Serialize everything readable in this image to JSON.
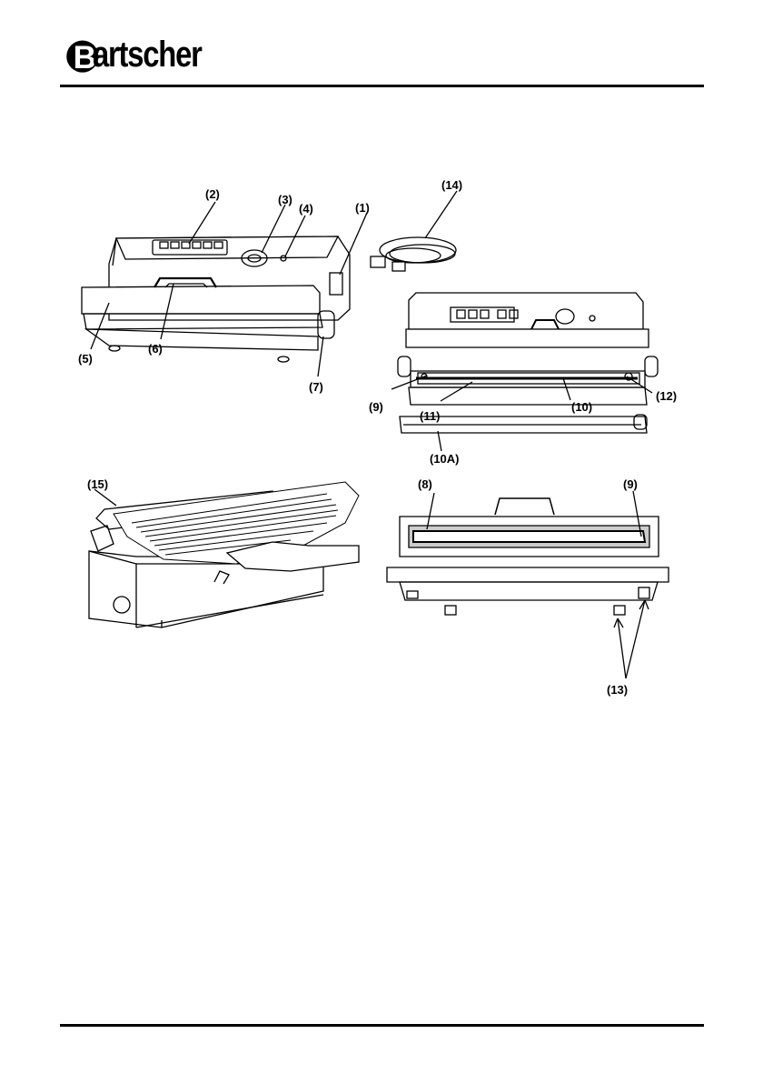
{
  "brand": {
    "name_rest": "artscher",
    "initial": "B"
  },
  "callouts": {
    "c1": "(1)",
    "c2": "(2)",
    "c3": "(3)",
    "c4": "(4)",
    "c5": "(5)",
    "c6": "(6)",
    "c7": "(7)",
    "c8": "(8)",
    "c9a": "(9)",
    "c9b": "(9)",
    "c10": "(10)",
    "c10a": "(10A)",
    "c11": "(11)",
    "c12": "(12)",
    "c13": "(13)",
    "c14": "(14)",
    "c15": "(15)"
  }
}
